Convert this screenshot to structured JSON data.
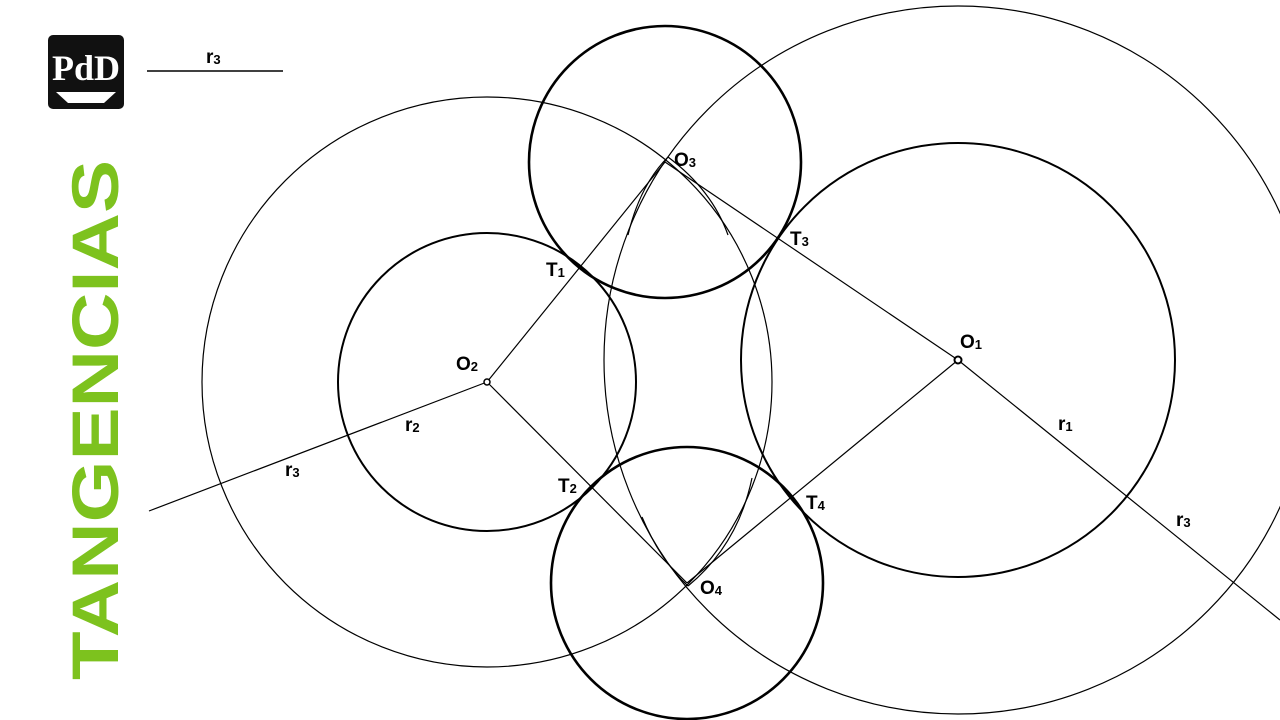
{
  "title": "TANGENCIAS",
  "logo": {
    "text": "PdD"
  },
  "radius_legend": {
    "label": "r",
    "sub": "3"
  },
  "labels": {
    "O1": {
      "main": "O",
      "sub": "1"
    },
    "O2": {
      "main": "O",
      "sub": "2"
    },
    "O3": {
      "main": "O",
      "sub": "3"
    },
    "O4": {
      "main": "O",
      "sub": "4"
    },
    "T1": {
      "main": "T",
      "sub": "1"
    },
    "T2": {
      "main": "T",
      "sub": "2"
    },
    "T3": {
      "main": "T",
      "sub": "3"
    },
    "T4": {
      "main": "T",
      "sub": "4"
    },
    "r1": {
      "main": "r",
      "sub": "1"
    },
    "r2": {
      "main": "r",
      "sub": "2"
    },
    "r3_left": {
      "main": "r",
      "sub": "3"
    },
    "r3_right": {
      "main": "r",
      "sub": "3"
    }
  },
  "colors": {
    "title": "#7dc21e",
    "ink": "#000000",
    "logo_bg": "#111111",
    "background": "#ffffff"
  }
}
